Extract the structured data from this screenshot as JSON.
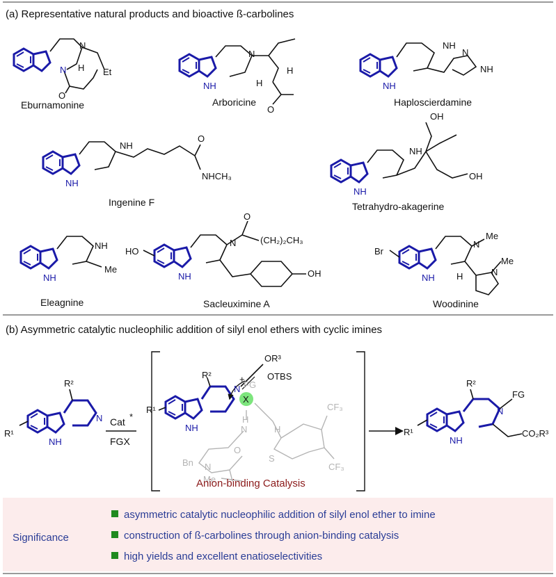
{
  "section_a": {
    "title": "(a) Representative natural products and bioactive ß-carbolines",
    "compounds": [
      "Eburnamonine",
      "Arboricine",
      "Haploscierdamine",
      "Ingenine F",
      "Tetrahydro-akagerine",
      "Eleagnine",
      "Sacleuximine A",
      "Woodinine"
    ],
    "atoms": {
      "N": "N",
      "NH": "NH",
      "Et": "Et",
      "H": "H",
      "O": "O",
      "OH": "OH",
      "HO": "HO",
      "NHCH3": "NHCH₃",
      "Me": "Me",
      "Br": "Br",
      "CH2CH3": "(CH₂)₂CH₃"
    }
  },
  "section_b": {
    "title": "(b) Asymmetric catalytic nucleophilic addition of silyl enol ethers with cyclic imines",
    "reagent_top": "Cat",
    "reagent_star": "*",
    "reagent_bottom": "FGX",
    "labels": {
      "R1": "R¹",
      "R2": "R²",
      "OR3": "OR³",
      "OTBS": "OTBS",
      "FG": "FG",
      "X": "X",
      "plus": "+",
      "minus": "−",
      "CF3": "CF₃",
      "Bn": "Bn",
      "Me": "Me",
      "S": "S",
      "CO2R3": "CO₂R³"
    },
    "caption": "Anion-binding Catalysis",
    "caption_color": "#8b1a1a"
  },
  "significance": {
    "label": "Significance",
    "items": [
      "asymmetric catalytic nucleophilic addition of silyl enol ether to imine",
      "construction of ß-carbolines through anion-binding catalysis",
      "high yields and excellent enatioselectivities"
    ],
    "bullet_color": "#1f8a1f",
    "text_color": "#2a3d96",
    "background": "#fcecec"
  },
  "colors": {
    "indole": "#1a1aa8",
    "bond": "#111111",
    "grey": "#b4b4b4",
    "highlight": "#66e066"
  }
}
